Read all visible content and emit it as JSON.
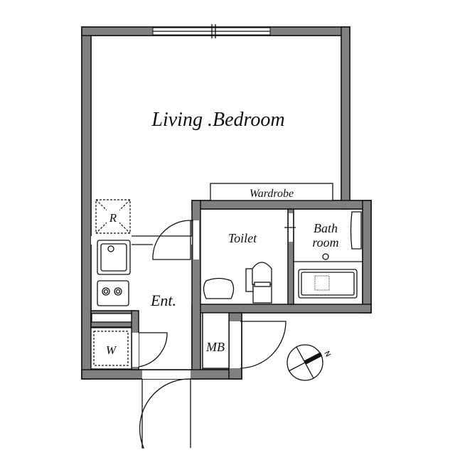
{
  "rooms": {
    "living_bedroom": "Living .Bedroom",
    "wardrobe": "Wardrobe",
    "toilet": "Toilet",
    "bath_line1": "Bath",
    "bath_line2": "room",
    "entrance": "Ent.",
    "meter_box": "MB",
    "refrigerator": "R",
    "washer": "W"
  },
  "compass": {
    "north_label": "N",
    "icon": "compass-icon"
  },
  "colors": {
    "wall": "#808080",
    "line": "#111111"
  }
}
